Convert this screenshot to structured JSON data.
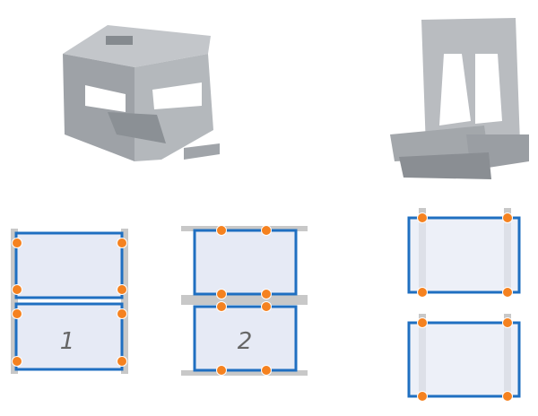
{
  "colors": {
    "frame": "#1f6fc1",
    "panel_fill": "#e6eaf5",
    "rail": "#c8c8c8",
    "clip_point": "#f58220",
    "metal": "#a9adb2",
    "metal_dark": "#7f8489"
  },
  "products": [
    {
      "name": "box-clip-photo"
    },
    {
      "name": "spring-clip-photo"
    }
  ],
  "diagrams": [
    {
      "label": "1"
    },
    {
      "label": "2"
    },
    {
      "label": ""
    }
  ]
}
